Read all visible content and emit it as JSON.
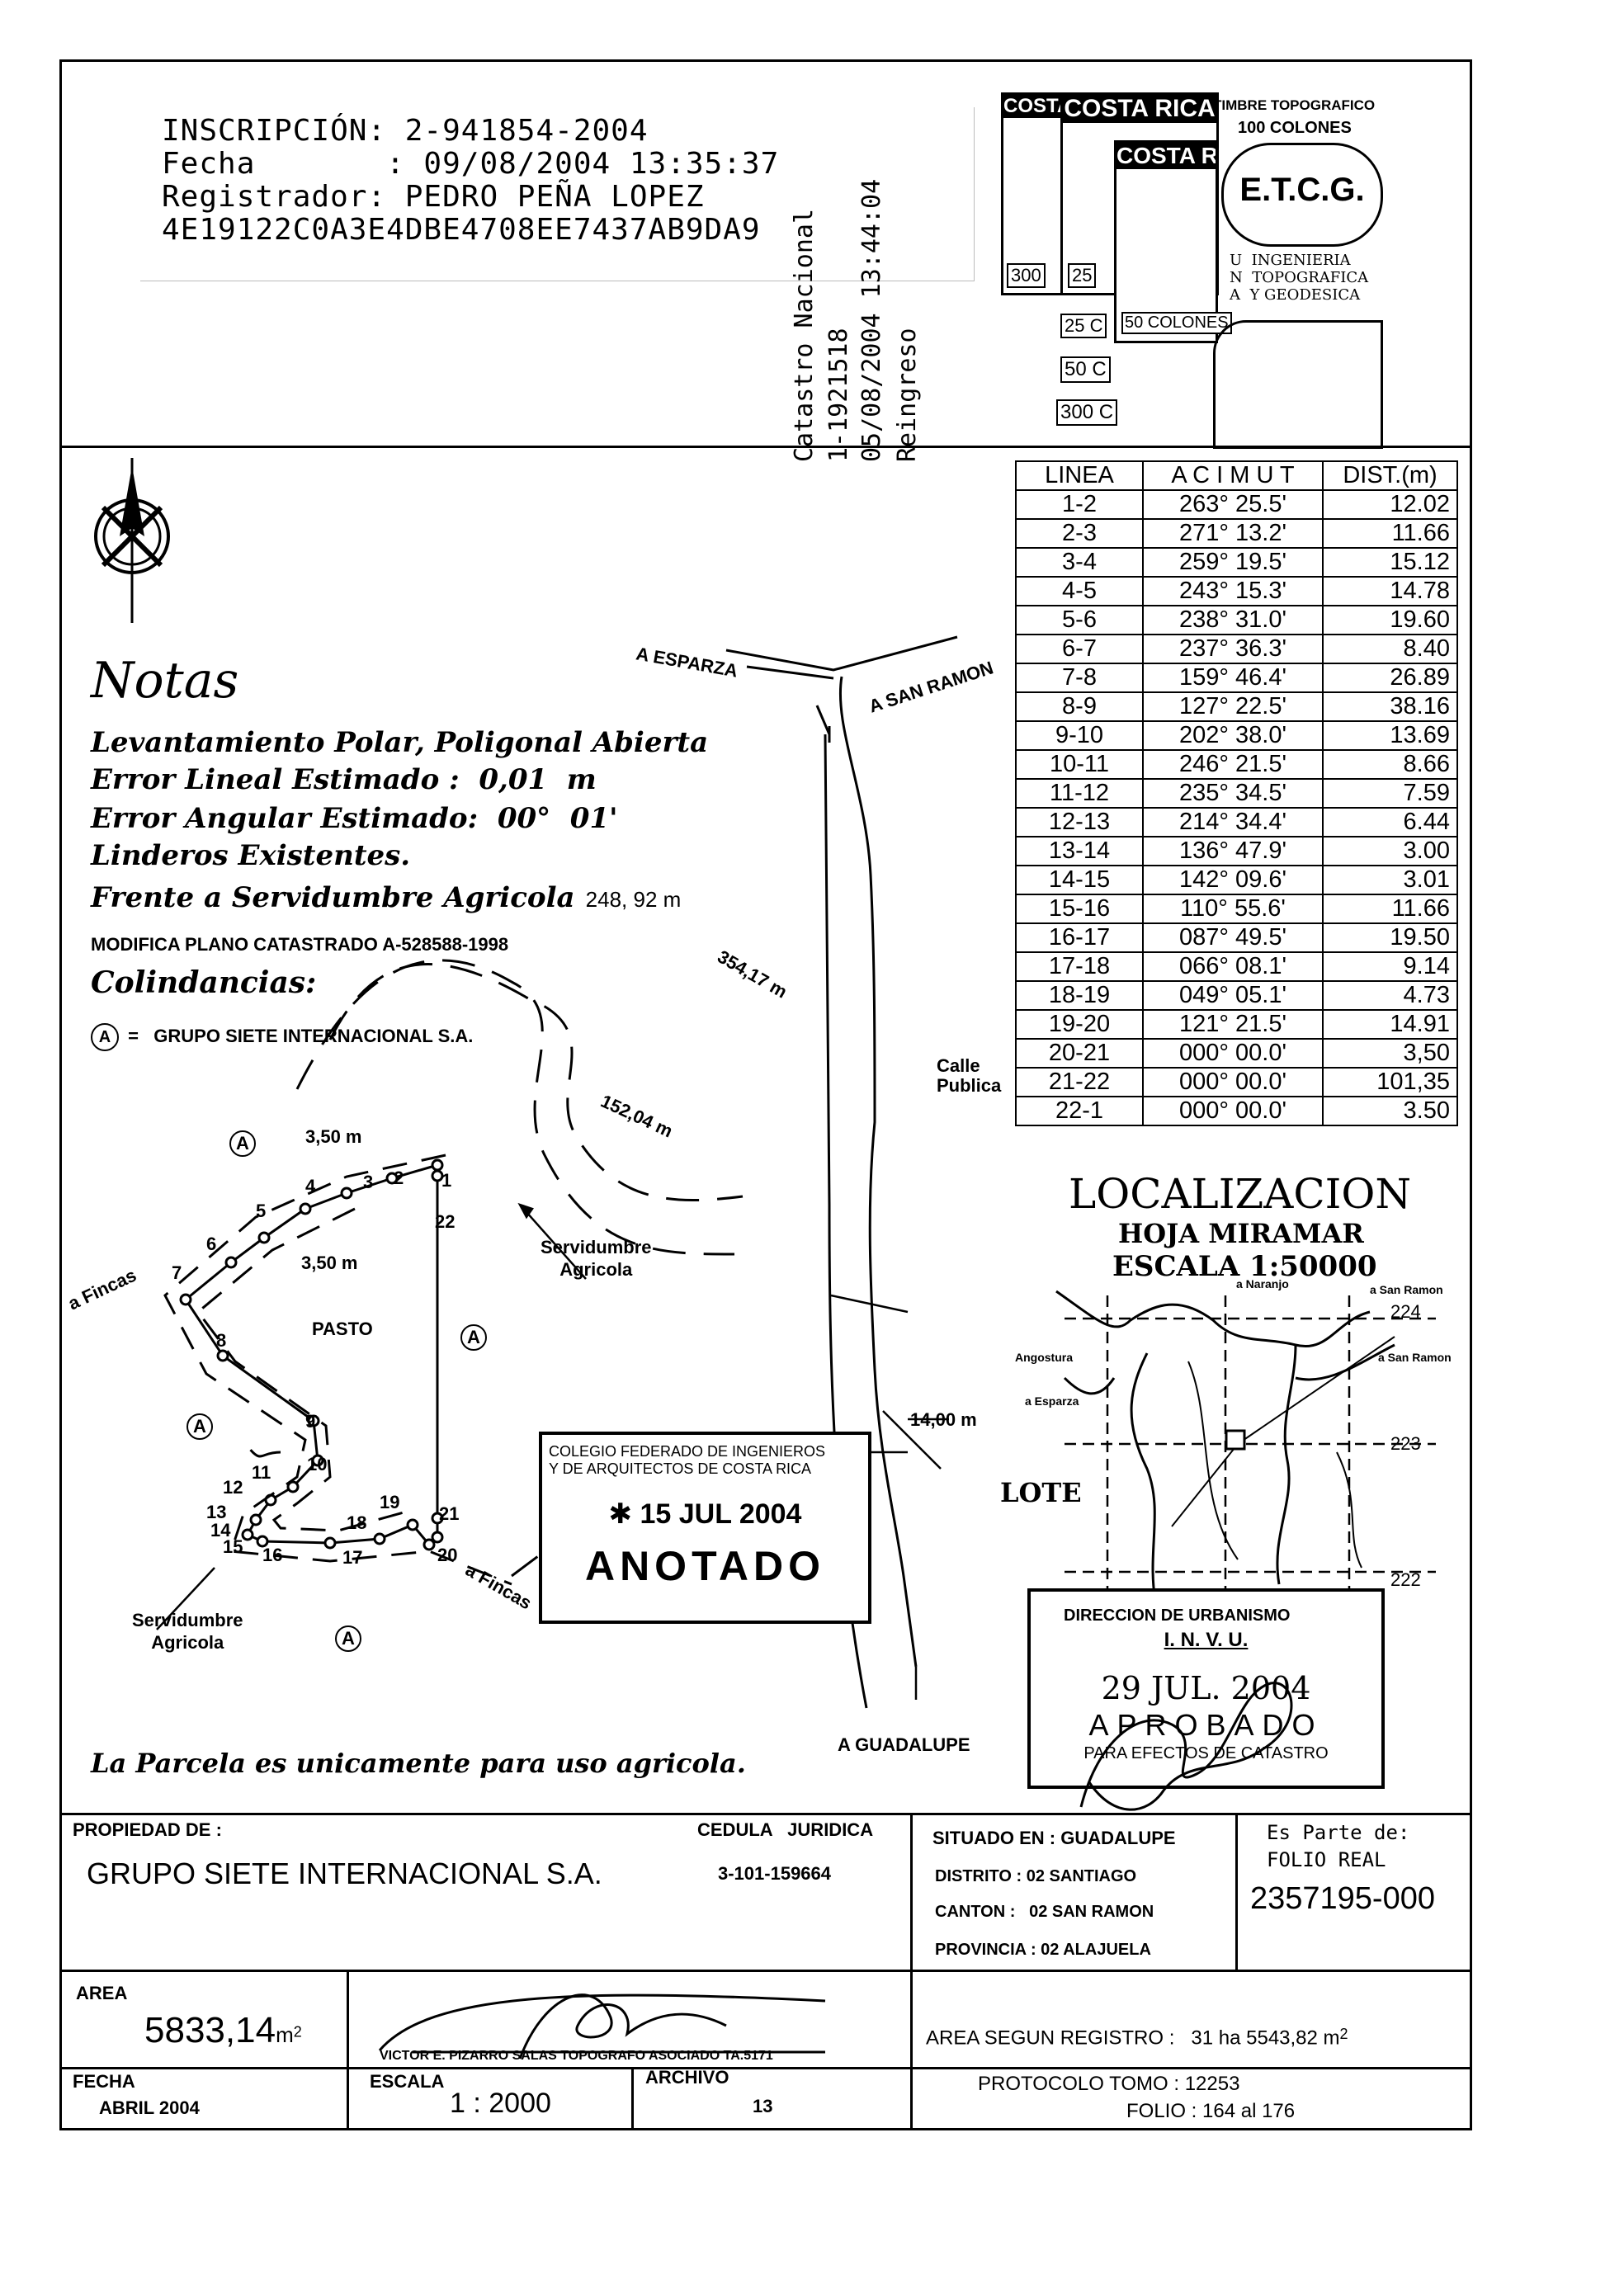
{
  "registration": {
    "line1": "INSCRIPCIÓN: 2-941854-2004",
    "line2": "Fecha       : 09/08/2004 13:35:37",
    "line3": "Registrador: PEDRO PEÑA LOPEZ",
    "line4": "4E19122C0A3E4DBE4708EE7437AB9DA9"
  },
  "catastro_vertical": {
    "col1": "Catastro Nacional",
    "col2": "1-1921518",
    "col3": "05/08/2004 13:44:04",
    "col4": "Reingreso"
  },
  "timbres": {
    "t1": "COSTA RICA",
    "t2": "COSTA RICA",
    "t3": "COSTA R",
    "v300a": "300",
    "v25a": "25",
    "v25b": "25 C",
    "v50a": "50 COLONES",
    "v50b": "50 C",
    "v300b": "300 C",
    "title": "TIMBRE TOPOGRAFICO",
    "value": "100 COLONES",
    "org": "E.T.C.G.",
    "org_u": "U",
    "org_n": "N",
    "org_a": "A",
    "org_1": "INGENIERIA",
    "org_2": "TOPOGRAFICA",
    "org_3": "Y GEODESICA"
  },
  "azimuth_table": {
    "headers": [
      "LINEA",
      "A C I M U T",
      "DIST.(m)"
    ],
    "rows": [
      [
        "1-2",
        "263° 25.5'",
        "12.02"
      ],
      [
        "2-3",
        "271° 13.2'",
        "11.66"
      ],
      [
        "3-4",
        "259° 19.5'",
        "15.12"
      ],
      [
        "4-5",
        "243° 15.3'",
        "14.78"
      ],
      [
        "5-6",
        "238° 31.0'",
        "19.60"
      ],
      [
        "6-7",
        "237° 36.3'",
        "8.40"
      ],
      [
        "7-8",
        "159° 46.4'",
        "26.89"
      ],
      [
        "8-9",
        "127° 22.5'",
        "38.16"
      ],
      [
        "9-10",
        "202° 38.0'",
        "13.69"
      ],
      [
        "10-11",
        "246° 21.5'",
        "8.66"
      ],
      [
        "11-12",
        "235° 34.5'",
        "7.59"
      ],
      [
        "12-13",
        "214° 34.4'",
        "6.44"
      ],
      [
        "13-14",
        "136° 47.9'",
        "3.00"
      ],
      [
        "14-15",
        "142° 09.6'",
        "3.01"
      ],
      [
        "15-16",
        "110° 55.6'",
        "11.66"
      ],
      [
        "16-17",
        "087° 49.5'",
        "19.50"
      ],
      [
        "17-18",
        "066° 08.1'",
        "9.14"
      ],
      [
        "18-19",
        "049° 05.1'",
        "4.73"
      ],
      [
        "19-20",
        "121° 21.5'",
        "14.91"
      ],
      [
        "20-21",
        "000° 00.0'",
        "3,50"
      ],
      [
        "21-22",
        "000° 00.0'",
        "101,35"
      ],
      [
        "22-1",
        "000° 00.0'",
        "3.50"
      ]
    ]
  },
  "notes": {
    "title": "Notas",
    "n1": "Levantamiento Polar, Poligonal Abierta",
    "n2": "Error Lineal Estimado :  0,01  m",
    "n3": "Error Angular Estimado:  00°  01'",
    "n4": "Linderos Existentes.",
    "n5": "Frente a Servidumbre Agricola",
    "n5_value": "248, 92 m",
    "n6": "MODIFICA PLANO CATASTRADO A-528588-1998",
    "n7": "Colindancias:",
    "n8_mark": "A",
    "n8": "=   GRUPO SIETE INTERNACIONAL S.A."
  },
  "plot_labels": {
    "esparza": "A ESPARZA",
    "san_ramon": "A SAN RAMON",
    "guadalupe": "A GUADALUPE",
    "d354": "354,17 m",
    "d152": "152,04 m",
    "d350a": "3,50 m",
    "d350b": "3,50 m",
    "d14": "14,00 m",
    "calle1": "Calle",
    "calle2": "Publica",
    "serv1a": "Servidumbre",
    "serv1b": "Agricola",
    "serv2a": "Servidumbre",
    "serv2b": "Agricola",
    "pasto": "PASTO",
    "fincas1": "a Fincas",
    "fincas2": "a Fincas",
    "mark_a": "A",
    "p1": "1",
    "p2": "2",
    "p3": "3",
    "p4": "4",
    "p5": "5",
    "p6": "6",
    "p7": "7",
    "p8": "8",
    "p9": "9",
    "p10": "10",
    "p11": "11",
    "p12": "12",
    "p13": "13",
    "p14": "14",
    "p15": "15",
    "p16": "16",
    "p17": "17",
    "p18": "18",
    "p19": "19",
    "p20": "20",
    "p21": "21",
    "p22": "22",
    "parcela": "La Parcela es unicamente para uso agricola."
  },
  "colegio_stamp": {
    "line1": "COLEGIO FEDERADO DE INGENIEROS",
    "line2": "Y DE ARQUITECTOS DE COSTA RICA",
    "date": "15 JUL 2004",
    "status": "ANOTADO"
  },
  "localizacion": {
    "title": "LOCALIZACION",
    "hoja": "HOJA MIRAMAR",
    "escala": "ESCALA 1:50000",
    "lote": "LOTE",
    "g224": "224",
    "g223": "223",
    "g222": "222",
    "r_naranjo": "a Naranjo",
    "r_sanramon1": "a San Ramon",
    "r_sanramon2": "a San Ramon",
    "r_angostura": "Angostura",
    "r_esparza": "a Esparza"
  },
  "invu_stamp": {
    "line1": "DIRECCION DE URBANISMO",
    "line2": "I. N. V. U.",
    "date": "29 JUL. 2004",
    "status": "APROBADO",
    "note": "PARA EFECTOS DE CATASTRO"
  },
  "footer": {
    "propiedad_label": "PROPIEDAD DE :",
    "propietario": "GRUPO SIETE INTERNACIONAL S.A.",
    "cedula_label": "CEDULA   JURIDICA",
    "cedula": "3-101-159664",
    "situado": "SITUADO EN : GUADALUPE",
    "distrito": "DISTRITO : 02 SANTIAGO",
    "canton": "CANTON :   02 SAN RAMON",
    "provincia": "PROVINCIA : 02 ALAJUELA",
    "folio_label1": "Es Parte de:",
    "folio_label2": "FOLIO REAL",
    "folio": "2357195-000",
    "area_label": "AREA",
    "area": "5833,14",
    "area_unit": "m",
    "area_sup": "2",
    "signature_line": "VICTOR E. PIZARRO SALAS TOPOGRAFO ASOCIADO TA.5171",
    "area_registro": "AREA SEGUN REGISTRO :   31 ha 5543,82 m",
    "area_registro_sup": "2",
    "fecha_label": "FECHA",
    "fecha": "ABRIL 2004",
    "escala_label": "ESCALA",
    "escala": "1 : 2000",
    "archivo_label": "ARCHIVO",
    "archivo": "13",
    "protocolo": "PROTOCOLO TOMO : 12253",
    "folio_range": "FOLIO : 164 al 176"
  }
}
